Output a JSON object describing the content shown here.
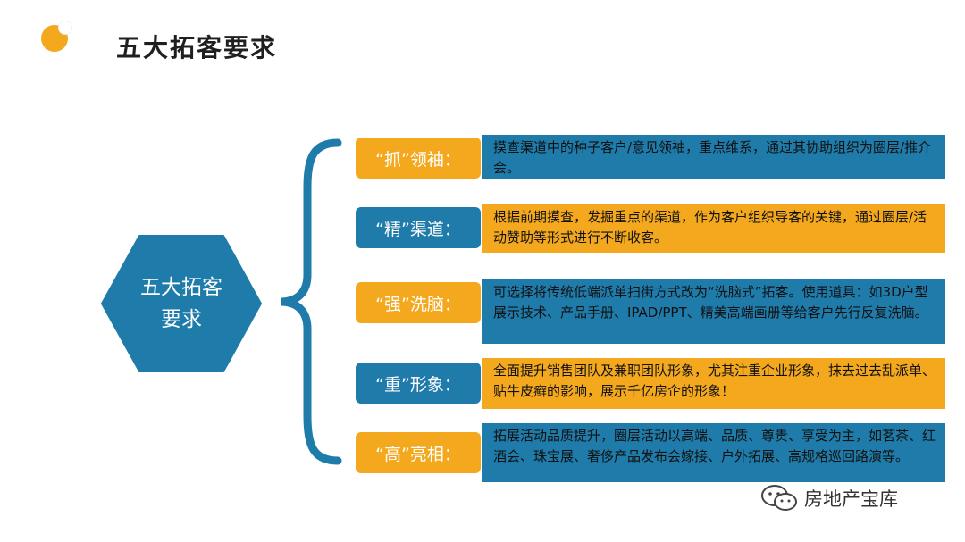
{
  "title": "五大拓客要求",
  "center": {
    "line1": "五大拓客",
    "line2": "要求"
  },
  "items": [
    {
      "label": "“抓”领袖：",
      "description": "摸查渠道中的种子客户/意见领袖，重点维系，通过其协助组织为圈层/推介会。"
    },
    {
      "label": "“精”渠道：",
      "description": "根据前期摸查，发掘重点的渠道，作为客户组织导客的关键，通过圈层/活动赞助等形式进行不断收客。"
    },
    {
      "label": "“强”洗脑：",
      "description": "可选择将传统低端派单扫街方式改为“洗脑式”拓客。使用道具：如3D户型展示技术、产品手册、IPAD/PPT、精美高端画册等给客户先行反复洗脑。"
    },
    {
      "label": "“重”形象：",
      "description": "全面提升销售团队及兼职团队形象，尤其注重企业形象，抹去过去乱派单、贴牛皮癣的影响，展示千亿房企的形象！"
    },
    {
      "label": "“高”亮相：",
      "description": "拓展活动品质提升，圈层活动以高端、品质、尊贵、享受为主，如茗茶、红酒会、珠宝展、奢侈产品发布会嫁接、户外拓展、高规格巡回路演等。"
    }
  ],
  "watermark": "房地产宝库",
  "colors": {
    "orange": "#f3a81d",
    "blue": "#1f7baa"
  }
}
